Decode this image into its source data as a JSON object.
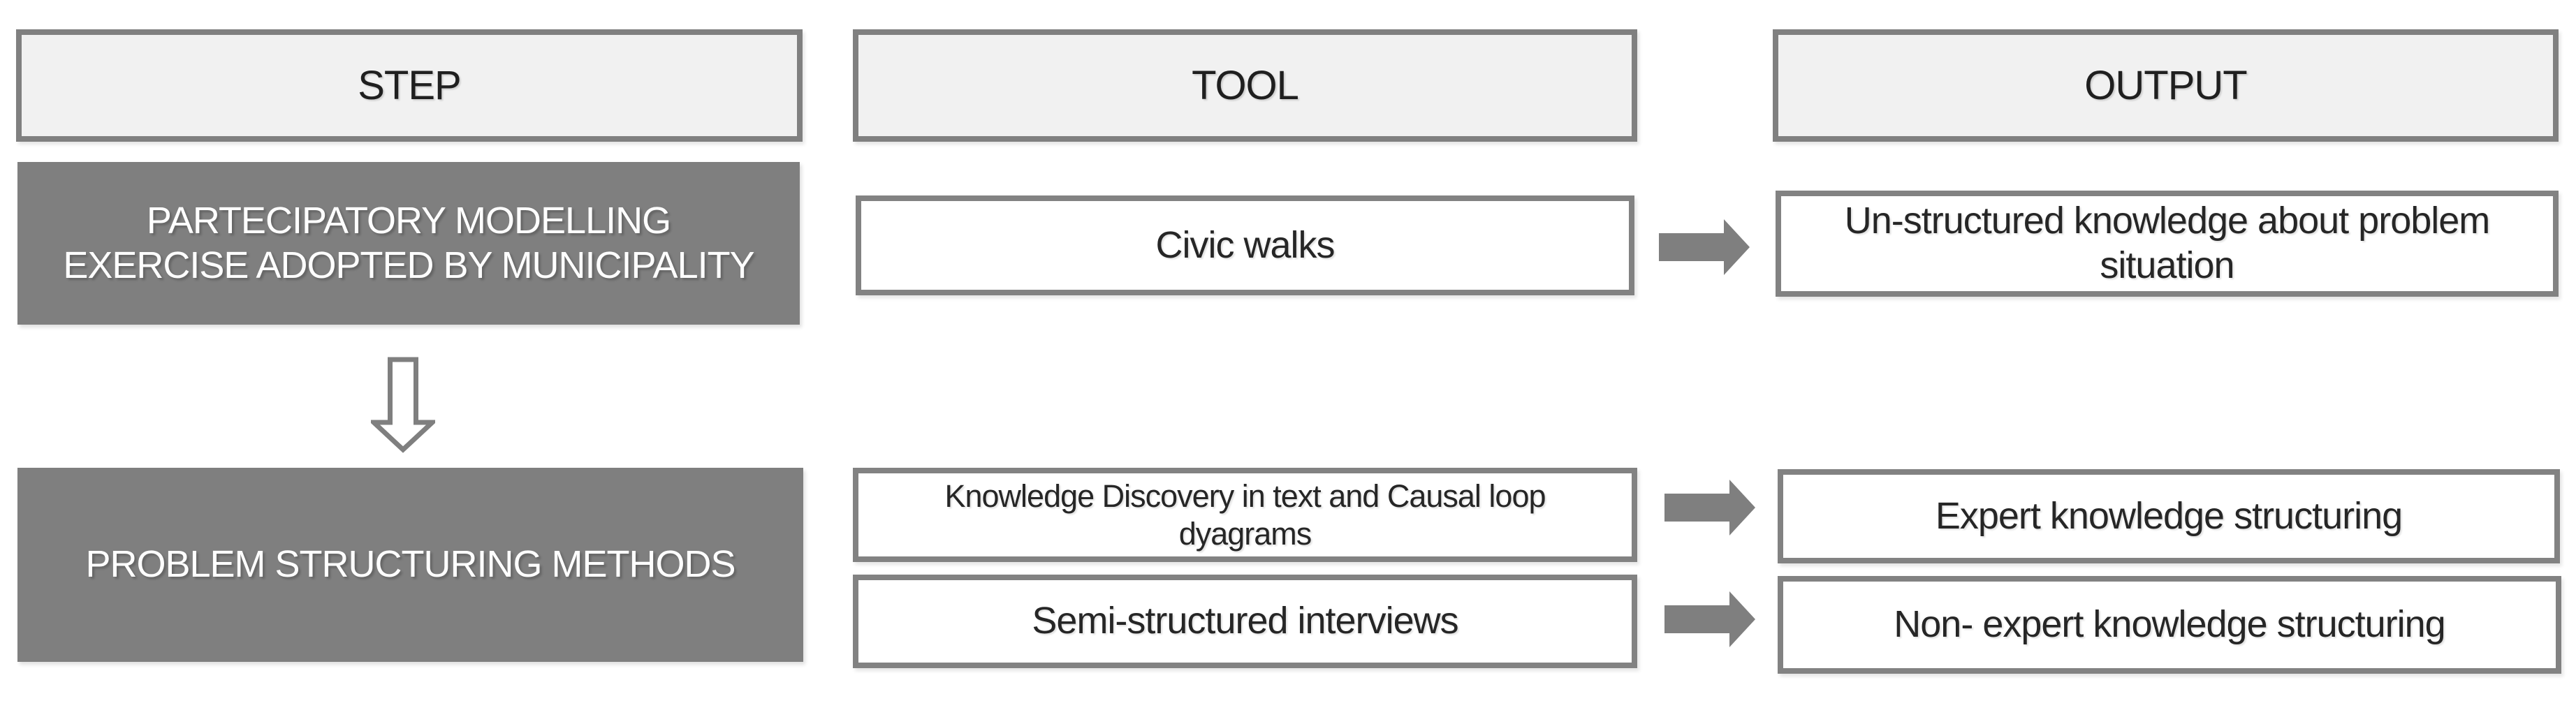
{
  "headers": {
    "step": "STEP",
    "tool": "TOOL",
    "output": "OUTPUT"
  },
  "steps": {
    "participatory": "PARTECIPATORY MODELLING EXERCISE ADOPTED BY MUNICIPALITY",
    "psm": "PROBLEM STRUCTURING METHODS"
  },
  "tools": {
    "civic_walks": "Civic walks",
    "kdt_cld": "Knowledge Discovery in text and Causal loop dyagrams",
    "interviews": "Semi-structured interviews"
  },
  "outputs": {
    "unstructured": "Un-structured knowledge about problem situation",
    "expert": "Expert knowledge structuring",
    "non_expert": "Non- expert knowledge structuring"
  },
  "icons": {
    "down_arrow": "hollow-down-block-arrow",
    "right_arrow": "solid-right-block-arrow"
  },
  "colors": {
    "box_gray": "#7f7f7f",
    "border_gray": "#808080",
    "header_fill": "#f1f1f1",
    "text_dark": "#262626",
    "text_light": "#ffffff",
    "canvas": "#ffffff"
  }
}
